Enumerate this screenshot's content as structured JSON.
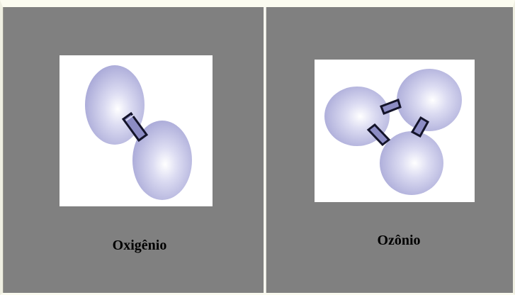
{
  "cells": [
    {
      "caption": "Oxigênio",
      "image": "oxygen-molecule-illustration"
    },
    {
      "caption": "Ozônio",
      "image": "ozone-molecule-illustration"
    }
  ],
  "colors": {
    "cell_background": "#808080",
    "border": "#fbfbf0",
    "atom_fill": "#b4b4dc",
    "atom_highlight": "#ffffff",
    "bond_fill": "#8a8ac0",
    "bond_stroke": "#1a1a2e",
    "caption_text": "#000000"
  }
}
